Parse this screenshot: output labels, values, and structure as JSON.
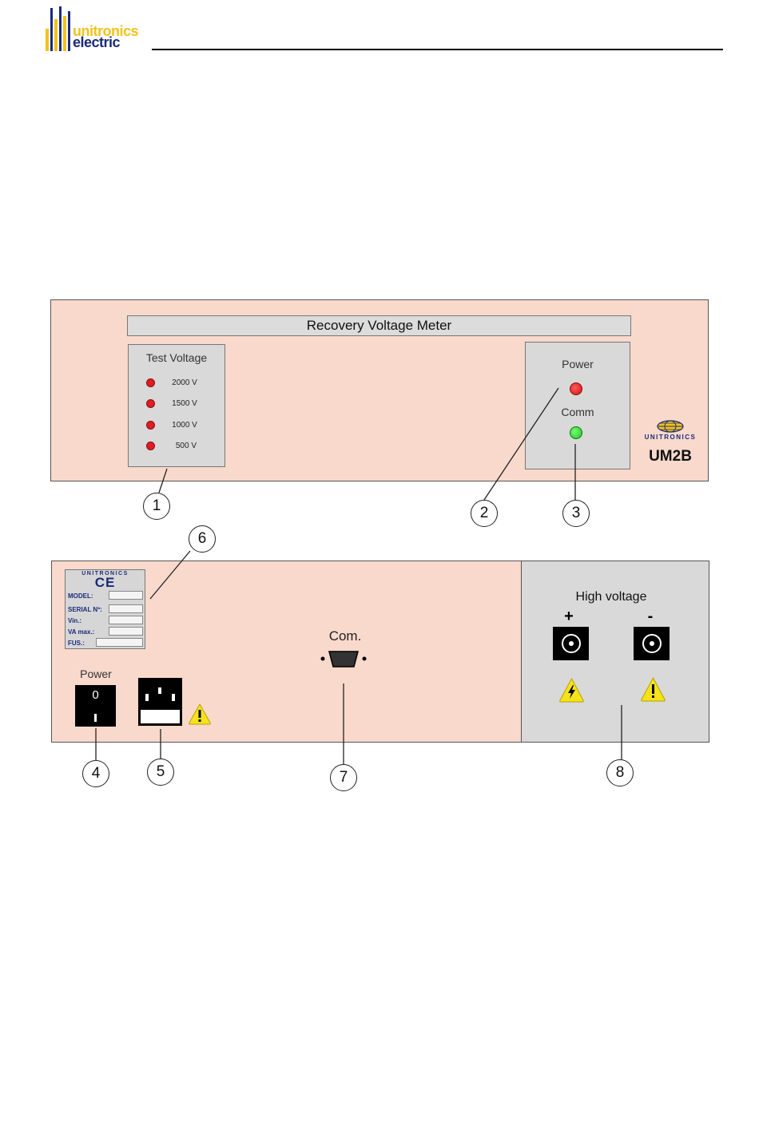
{
  "header": {
    "logo_line1": "unitronics",
    "logo_line2": "electric"
  },
  "front_panel": {
    "title": "Recovery Voltage Meter",
    "test_voltage": {
      "title": "Test Voltage",
      "levels": [
        "2000 V",
        "1500 V",
        "1000 V",
        "500 V"
      ]
    },
    "status": {
      "power_label": "Power",
      "comm_label": "Comm",
      "power_led_color": "#e01c24",
      "comm_led_color": "#18c018"
    },
    "brand": "UNITRONICS",
    "model": "UM2B"
  },
  "rear_panel": {
    "nameplate": {
      "brand": "UNITRONICS",
      "ce_mark": "CE",
      "fields": [
        "MODEL:",
        "SERIAL Nº:",
        "Vin.:",
        "VA max.:",
        "FUS.:"
      ]
    },
    "power_switch": {
      "label": "Power",
      "off_symbol": "0"
    },
    "com_port_label": "Com.",
    "high_voltage": {
      "title": "High voltage",
      "plus": "+",
      "minus": "-"
    }
  },
  "callouts": [
    "1",
    "2",
    "3",
    "4",
    "5",
    "6",
    "7",
    "8"
  ],
  "colors": {
    "panel_background": "#f9d9cc",
    "panel_grey": "#d9d9d9",
    "brand_blue": "#1b2a7a",
    "brand_yellow": "#f2c21a",
    "warning_yellow": "#f5e21a"
  }
}
